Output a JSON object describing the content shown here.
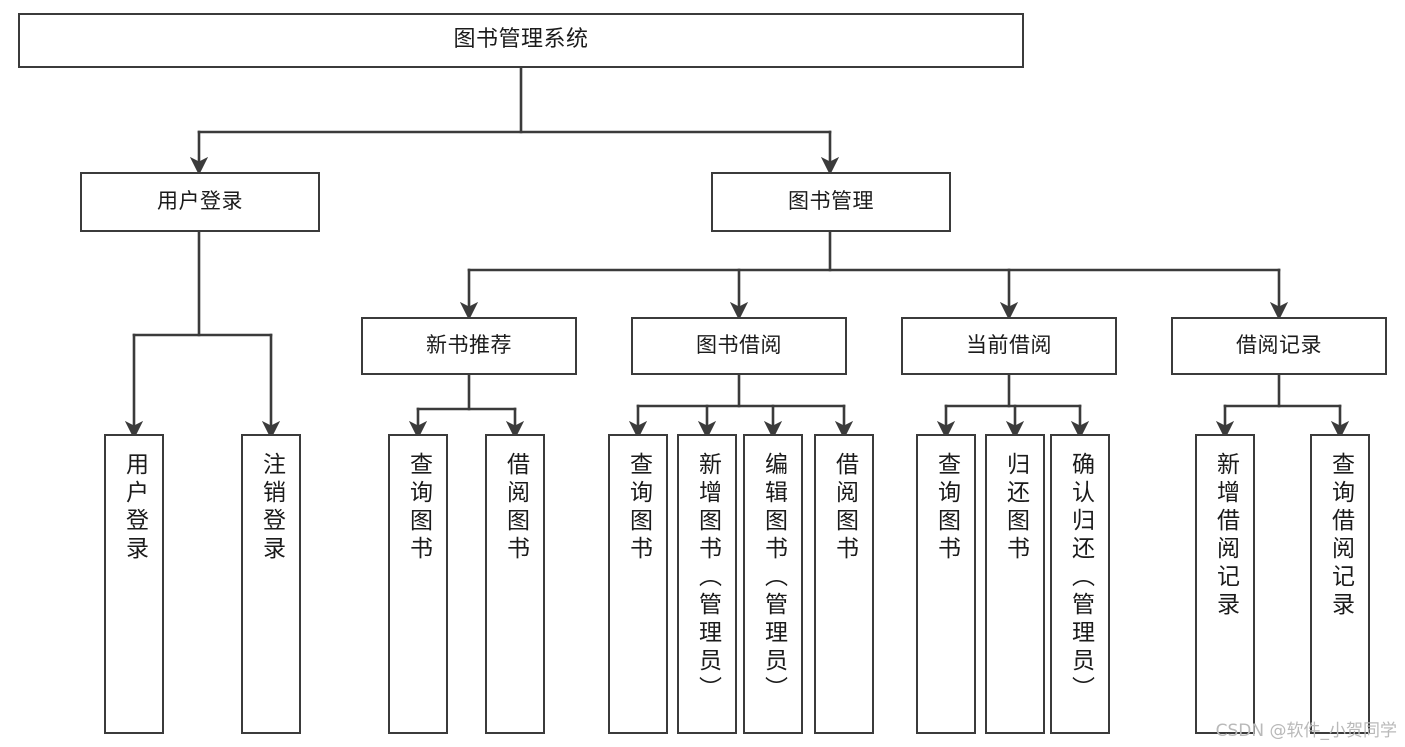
{
  "diagram": {
    "title": "图书管理系统",
    "type": "tree",
    "colors": {
      "box_border": "#3b3b3b",
      "box_fill": "#ffffff",
      "connector": "#3b3b3b",
      "text": "#1b1b1b",
      "watermark": "#b9b9b9",
      "background": "#ffffff"
    },
    "levels": {
      "root": "图书管理系统",
      "level1": [
        "用户登录",
        "图书管理"
      ],
      "level2": [
        "新书推荐",
        "图书借阅",
        "当前借阅",
        "借阅记录"
      ]
    },
    "nodes": {
      "root": {
        "label": "图书管理系统"
      },
      "user_login": {
        "label": "用户登录"
      },
      "book_manage": {
        "label": "图书管理"
      },
      "new_book_rec": {
        "label": "新书推荐"
      },
      "book_borrow": {
        "label": "图书借阅"
      },
      "current_borrow": {
        "label": "当前借阅"
      },
      "borrow_record": {
        "label": "借阅记录"
      }
    },
    "leaves": {
      "user_login": [
        {
          "label": "用户登录"
        },
        {
          "label": "注销登录"
        }
      ],
      "new_book_rec": [
        {
          "label": "查询图书"
        },
        {
          "label": "借阅图书"
        }
      ],
      "book_borrow": [
        {
          "label": "查询图书"
        },
        {
          "label": "新增图书（管理员）"
        },
        {
          "label": "编辑图书（管理员）"
        },
        {
          "label": "借阅图书"
        }
      ],
      "current_borrow": [
        {
          "label": "查询图书"
        },
        {
          "label": "归还图书"
        },
        {
          "label": "确认归还（管理员）"
        }
      ],
      "borrow_record": [
        {
          "label": "新增借阅记录"
        },
        {
          "label": "查询借阅记录"
        }
      ]
    },
    "watermark": "CSDN @软件_小贺同学"
  }
}
